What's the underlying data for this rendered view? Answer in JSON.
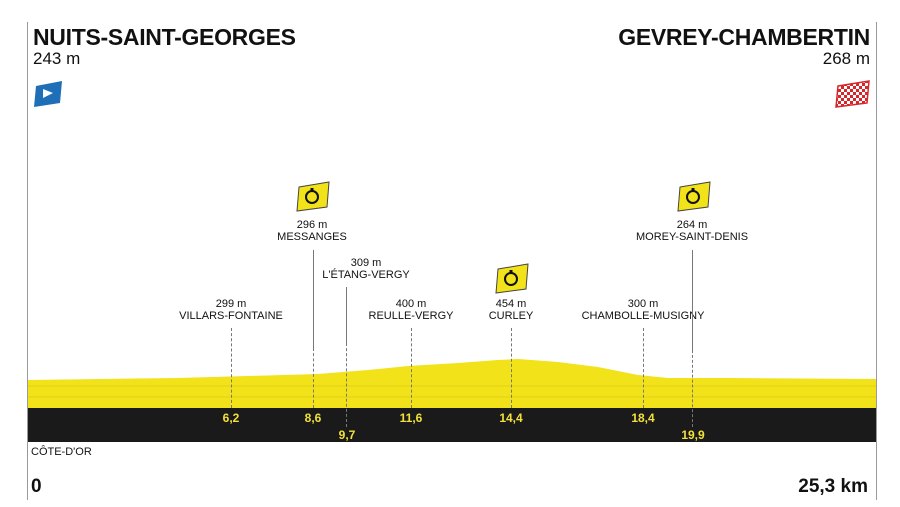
{
  "start": {
    "city": "NUITS-SAINT-GEORGES",
    "altitude": "243 m",
    "flag": "start-flag-icon",
    "flag_color": "#1f6fb8"
  },
  "finish": {
    "city": "GEVREY-CHAMBERTIN",
    "altitude": "268 m",
    "flag": "checkered-flag-icon",
    "flag_color": "#d7262a"
  },
  "region": "CÔTE-D'OR",
  "distance": {
    "start_label": "0",
    "end_label": "25,3 km",
    "total_km": 25.3
  },
  "colors": {
    "profile": "#f2e21a",
    "band": "#1a1a1a",
    "km_text": "#f2e13a",
    "sprint": "#f2e21a"
  },
  "points": [
    {
      "name": "VILLARS-FONTAINE",
      "altitude": "299 m",
      "km": "6,2"
    },
    {
      "name": "MESSANGES",
      "altitude": "296 m",
      "km": "8,6",
      "intermediate": true
    },
    {
      "name": "L'ÉTANG-VERGY",
      "altitude": "309 m",
      "km": "9,7"
    },
    {
      "name": "REULLE-VERGY",
      "altitude": "400 m",
      "km": "11,6"
    },
    {
      "name": "CURLEY",
      "altitude": "454 m",
      "km": "14,4",
      "intermediate": true
    },
    {
      "name": "CHAMBOLLE-MUSIGNY",
      "altitude": "300 m",
      "km": "18,4"
    },
    {
      "name": "MOREY-SAINT-DENIS",
      "altitude": "264 m",
      "km": "19,9",
      "intermediate": true
    }
  ]
}
